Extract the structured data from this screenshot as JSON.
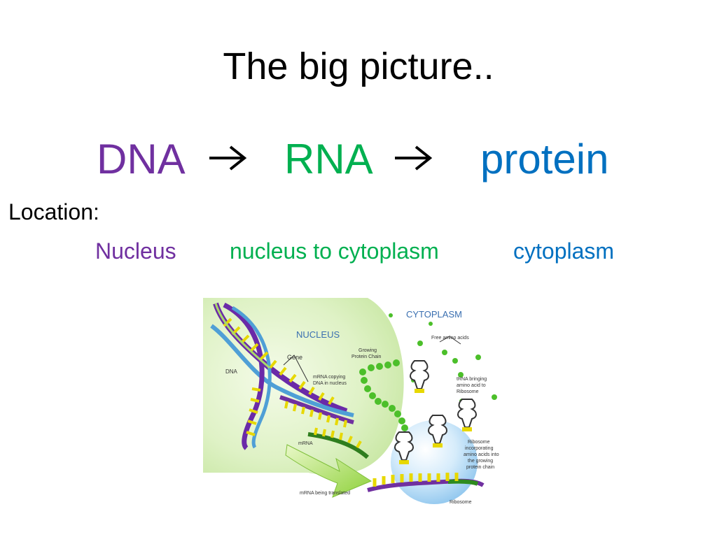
{
  "title": "The big picture..",
  "flow": {
    "dna": "DNA",
    "rna": "RNA",
    "protein": "protein"
  },
  "location": {
    "label": "Location:",
    "nucleus": "Nucleus",
    "transit": "nucleus to cytoplasm",
    "cytoplasm": "cytoplasm"
  },
  "colors": {
    "dna": "#7030a0",
    "rna": "#00b050",
    "protein": "#0070c0"
  },
  "diagram": {
    "nucleus": "NUCLEUS",
    "cytoplasm": "CYTOPLASM",
    "dna": "DNA",
    "gene": "Gene",
    "mrna_copy_1": "mRNA copying",
    "mrna_copy_2": "DNA in nucleus",
    "growing_1": "Growing",
    "growing_2": "Protein Chain",
    "free_amino": "Free amino acids",
    "trna_1": "tRNA bringing",
    "trna_2": "amino acid to",
    "trna_3": "Ribosome",
    "ribo_1": "Ribosome",
    "ribo_2": "incorporating",
    "ribo_3": "amino acids into",
    "ribo_4": "the growing",
    "ribo_5": "protein chain",
    "mrna": "mRNA",
    "mrna_translated": "mRNA being translated",
    "ribosome": "Ribosome"
  }
}
